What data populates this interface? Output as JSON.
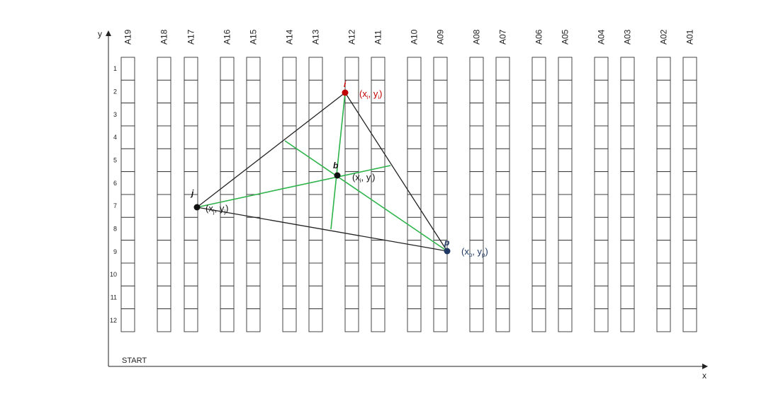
{
  "axes": {
    "x_label": "x",
    "y_label": "y",
    "start_label": "START"
  },
  "aisles": [
    "A19",
    "A18",
    "A17",
    "A16",
    "A15",
    "A14",
    "A13",
    "A12",
    "A11",
    "A10",
    "A09",
    "A08",
    "A07",
    "A06",
    "A05",
    "A04",
    "A03",
    "A02",
    "A01"
  ],
  "rows": [
    "1",
    "2",
    "3",
    "4",
    "5",
    "6",
    "7",
    "8",
    "9",
    "10",
    "11",
    "12"
  ],
  "points": {
    "i": {
      "label": "i",
      "coord_main": "(x",
      "coord_sub1": "i",
      "coord_mid": ", y",
      "coord_sub2": "i",
      "coord_end": ")",
      "color": "#c00000"
    },
    "b": {
      "label": "b",
      "coord_main": "(x",
      "coord_sub1": "i",
      "coord_mid": ", y",
      "coord_sub2": "i",
      "coord_end": ")",
      "color": "#111111"
    },
    "j": {
      "label": "j",
      "coord_main": "(x",
      "coord_sub1": "j",
      "coord_mid": ", y",
      "coord_sub2": "j",
      "coord_end": ")",
      "color": "#111111"
    },
    "p": {
      "label": "p",
      "coord_main": "(x",
      "coord_sub1": "p",
      "coord_mid": ", y",
      "coord_sub2": "p",
      "coord_end": ")",
      "color": "#1f3864"
    }
  },
  "colors": {
    "triangle": "#222222",
    "median": "#2db34a",
    "grid": "#333333"
  }
}
